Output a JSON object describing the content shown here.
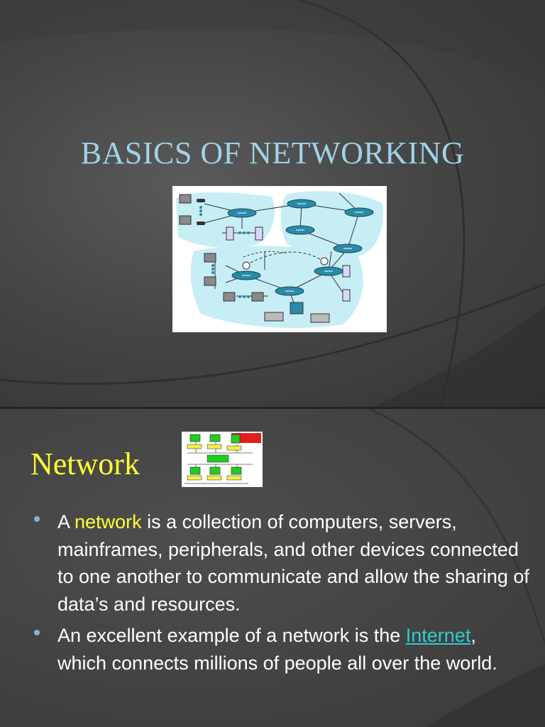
{
  "slide1": {
    "title": "BASICS OF NETWORKING",
    "diagram_icon": "network-topology-icon"
  },
  "slide2": {
    "title": "Network",
    "thumbnail_icon": "lan-computers-icon",
    "bullet1": {
      "before": "A ",
      "highlight": "network",
      "after": " is a collection of computers, servers, mainframes, peripherals, and other devices connected to one another to communicate and allow the sharing of data’s and resources."
    },
    "bullet2": {
      "before": "An excellent example of a network is the ",
      "link": "Internet",
      "after": ", which connects millions of people all over the world."
    }
  },
  "colors": {
    "title1": "#9fd3e8",
    "title2": "#ffff33",
    "highlight": "#ffff33",
    "link": "#33cccc",
    "bullet": "#7fb6cf",
    "diagram_cloud": "#c8eef5",
    "router": "#2b8aa8"
  }
}
